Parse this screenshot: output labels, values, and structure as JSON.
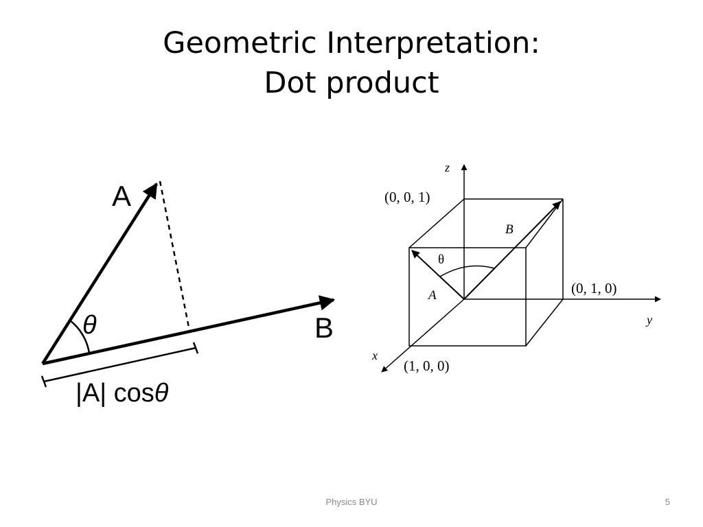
{
  "slide": {
    "title_line1": "Geometric Interpretation:",
    "title_line2": "Dot product"
  },
  "left_diagram": {
    "vector_a_label": "A",
    "vector_b_label": "B",
    "angle_label": "θ",
    "projection_prefix": "|A| cos",
    "projection_symbol": "θ"
  },
  "right_diagram": {
    "axis_x_label": "x",
    "axis_y_label": "y",
    "axis_z_label": "z",
    "point_z_label": "(0, 0, 1)",
    "point_y_label": "(0, 1, 0)",
    "point_x_label": "(1, 0, 0)",
    "vector_a_label": "A",
    "vector_b_label": "B",
    "angle_label": "θ"
  },
  "footer": {
    "center_text": "Physics  BYU",
    "page_number": "5"
  }
}
